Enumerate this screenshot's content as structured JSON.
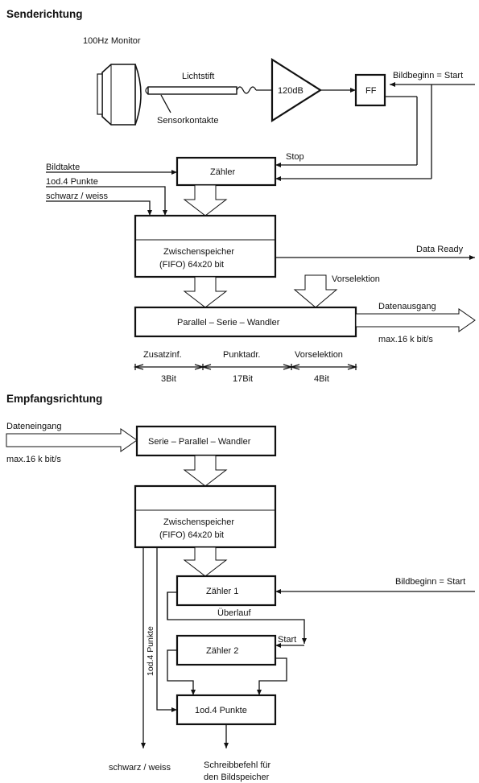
{
  "sender": {
    "title": "Senderichtung",
    "monitor": "100Hz Monitor",
    "lightpen": "Lichtstift",
    "sensor": "Sensorkontakte",
    "amp": "120dB",
    "ff": "FF",
    "bildbeginn": "Bildbeginn = Start",
    "stop": "Stop",
    "bildtakte": "Bildtakte",
    "punkte": "1od.4 Punkte",
    "sw": "schwarz / weiss",
    "counter": "Zähler",
    "fifo_line1": "Zwischenspeicher",
    "fifo_line2": "(FIFO)  64x20 bit",
    "data_ready": "Data  Ready",
    "vorselektion_in": "Vorselektion",
    "converter": "Parallel – Serie – Wandler",
    "data_out": "Datenausgang",
    "rate": "max.16  k bit/s",
    "fields": [
      {
        "label": "Zusatzinf.",
        "bits": "3Bit"
      },
      {
        "label": "Punktadr.",
        "bits": "17Bit"
      },
      {
        "label": "Vorselektion",
        "bits": "4Bit"
      }
    ]
  },
  "receiver": {
    "title": "Empfangsrichtung",
    "data_in": "Dateneingang",
    "rate": "max.16  k bit/s",
    "converter": "Serie – Parallel – Wandler",
    "fifo_line1": "Zwischenspeicher",
    "fifo_line2": "(FIFO)  64x20 bit",
    "counter1": "Zähler 1",
    "bildbeginn": "Bildbeginn = Start",
    "overflow": "Überlauf",
    "start": "Start",
    "counter2": "Zähler 2",
    "punkte_vertical": "1od.4 Punkte",
    "punkte_box": "1od.4 Punkte",
    "sw": "schwarz / weiss",
    "write_line1": "Schreibbefehl  für",
    "write_line2": "den  Bildspeicher"
  }
}
